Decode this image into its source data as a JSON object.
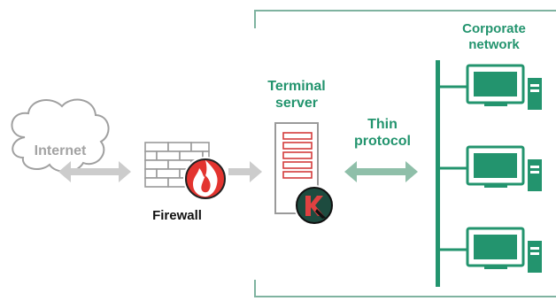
{
  "labels": {
    "internet": "Internet",
    "firewall": "Firewall",
    "terminal_server": [
      "Terminal",
      "server"
    ],
    "thin_protocol": [
      "Thin",
      "protocol"
    ],
    "corporate_network": [
      "Corporate",
      "network"
    ]
  },
  "colors": {
    "green": "#23946e",
    "light_green_arrow": "#8fbfa9",
    "grey_arrow": "#cccccc",
    "cloud_stroke": "#a0a0a0",
    "internet_text": "#a3a3a3",
    "firewall_red": "#e3342f",
    "server_red": "#d43c3c",
    "kaspersky_dark": "#1d4b3f"
  },
  "icons": [
    "cloud-icon",
    "brick-wall-icon",
    "fire-icon",
    "server-icon",
    "kaspersky-k-icon",
    "monitor-icon",
    "pc-tower-icon"
  ]
}
